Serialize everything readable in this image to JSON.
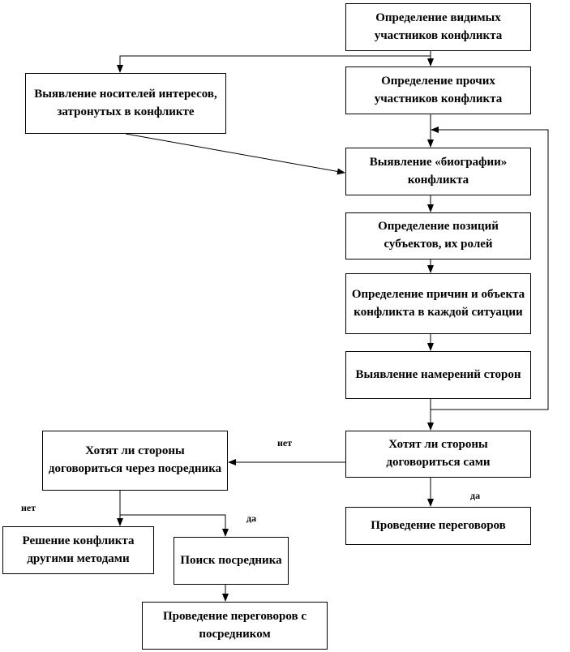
{
  "boxes": {
    "visible": "Определение видимых участников конфликта",
    "others": "Определение прочих участников конфликта",
    "carriers": "Выявление носителей интересов, затронутых в конфликте",
    "biography": "Выявление «биографии» конфликта",
    "positions": "Определение позиций субъектов, их ролей",
    "causes": "Определение причин и объекта конфликта в каждой ситуации",
    "intentions": "Выявление намерений сторон",
    "q_self": "Хотят ли стороны договориться сами",
    "q_mediator": "Хотят ли стороны договориться через посредника",
    "negotiations": "Проведение переговоров",
    "other_methods": "Решение конфликта другими методами",
    "search_mediator": "Поиск посредника",
    "negotiations_mediator": "Проведение переговоров с посредником"
  },
  "labels": {
    "no_1": "нет",
    "yes_1": "да",
    "no_2": "нет",
    "yes_2": "да"
  }
}
